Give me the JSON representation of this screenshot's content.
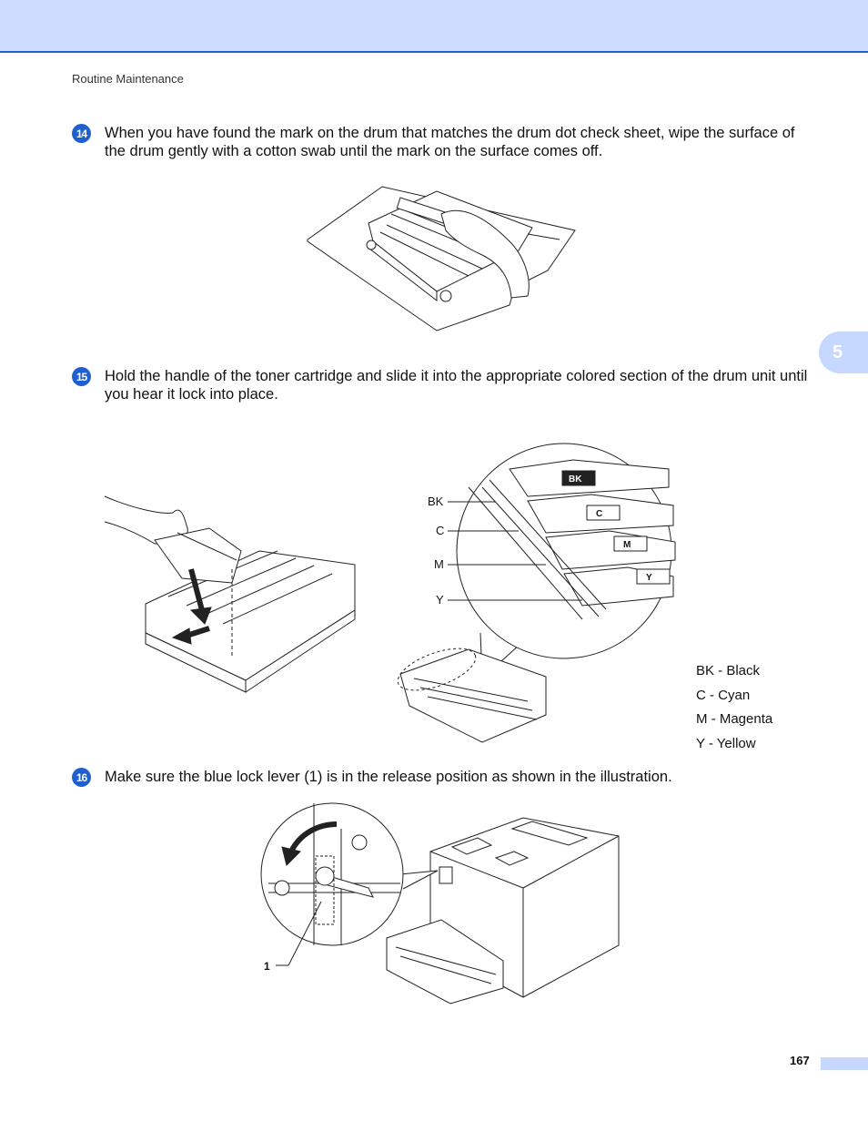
{
  "header": {
    "running_head": "Routine Maintenance",
    "chapter_number": "5"
  },
  "steps": [
    {
      "badge": "14",
      "text": "When you have found the mark on the drum that matches the drum dot check sheet, wipe the surface of the drum gently with a cotton swab until the mark on the surface comes off."
    },
    {
      "badge": "15",
      "text": "Hold the handle of the toner cartridge and slide it into the appropriate colored section of the drum unit until you hear it lock into place."
    },
    {
      "badge": "16",
      "text": "Make sure the blue lock lever (1) is in the release position as shown in the illustration."
    }
  ],
  "figure2": {
    "callouts": [
      "BK",
      "C",
      "M",
      "Y"
    ],
    "cartridge_labels": [
      "BK",
      "C",
      "M",
      "Y"
    ],
    "legend": [
      "BK - Black",
      "C - Cyan",
      "M - Magenta",
      "Y - Yellow"
    ]
  },
  "figure3": {
    "callout": "1"
  },
  "footer": {
    "page_number": "167"
  },
  "colors": {
    "header_band": "#cddcff",
    "header_rule": "#1f5fcf",
    "step_badge": "#1f5fcf",
    "tab": "#c6d8ff"
  }
}
